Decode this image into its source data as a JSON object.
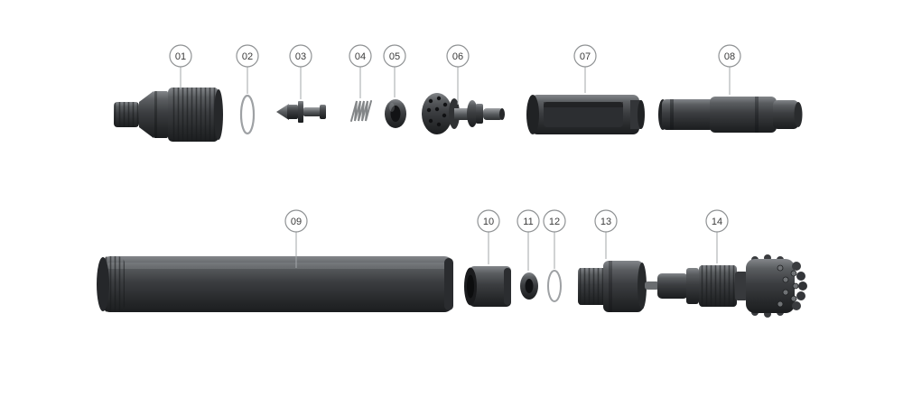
{
  "diagram": {
    "callouts": [
      {
        "label": "01"
      },
      {
        "label": "02"
      },
      {
        "label": "03"
      },
      {
        "label": "04"
      },
      {
        "label": "05"
      },
      {
        "label": "06"
      },
      {
        "label": "07"
      },
      {
        "label": "08"
      },
      {
        "label": "09"
      },
      {
        "label": "10"
      },
      {
        "label": "11"
      },
      {
        "label": "12"
      },
      {
        "label": "13"
      },
      {
        "label": "14"
      }
    ]
  },
  "colors": {
    "background": "#ffffff",
    "metal_dark": "#3a3c3f",
    "metal_highlight": "#83868a",
    "callout_border": "#8f9294",
    "callout_text": "#3a3a3a",
    "leader_line": "#a3a7aa"
  }
}
